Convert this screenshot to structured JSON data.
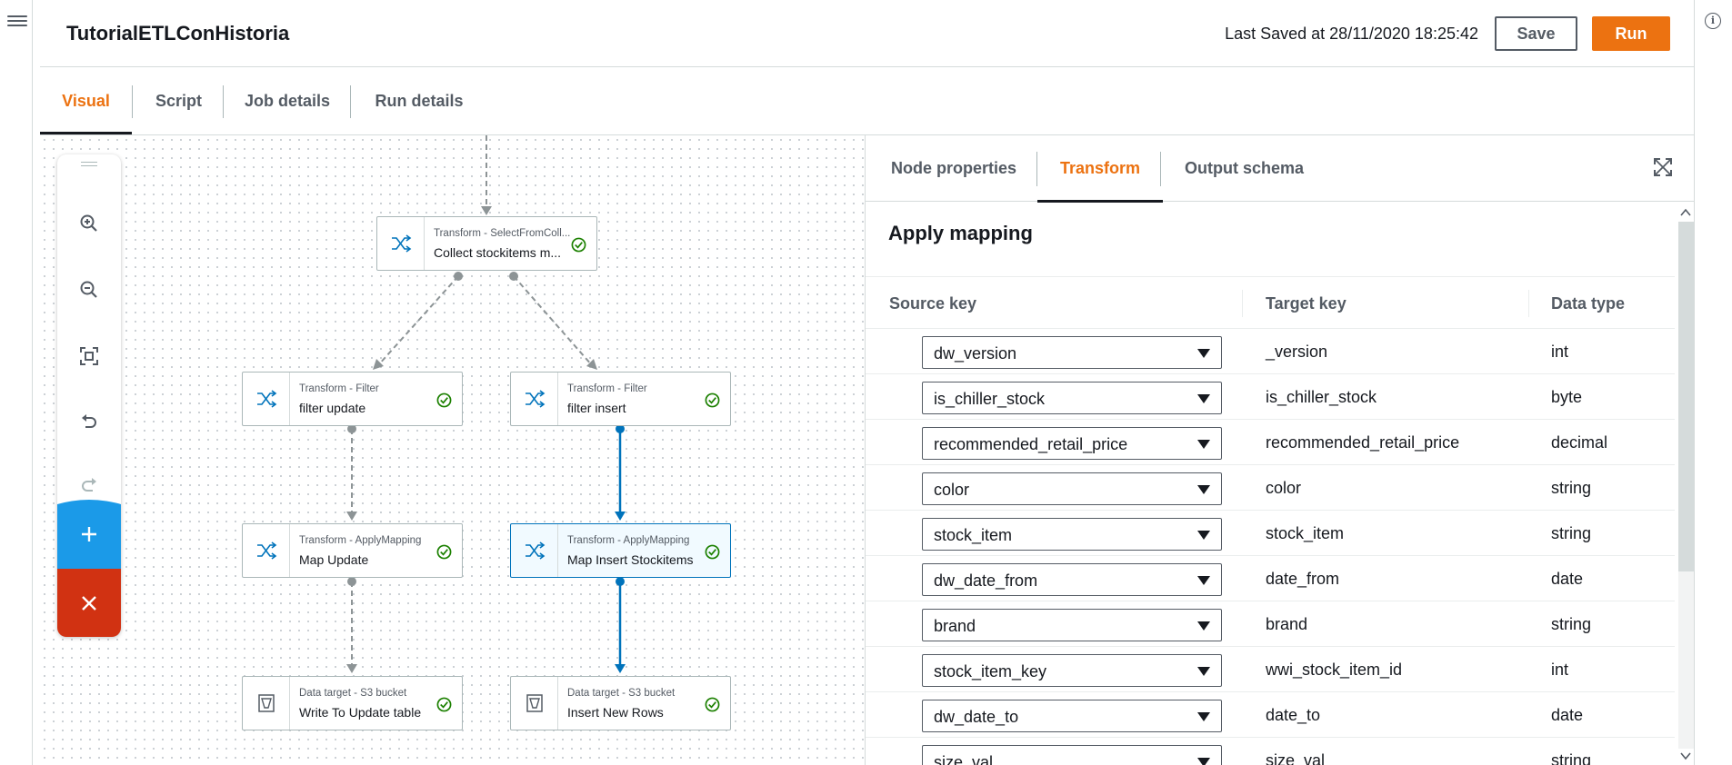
{
  "header": {
    "job_title": "TutorialETLConHistoria",
    "last_saved": "Last Saved at 28/11/2020 18:25:42",
    "save_label": "Save",
    "run_label": "Run"
  },
  "tabs": [
    {
      "label": "Visual",
      "active": true
    },
    {
      "label": "Script",
      "active": false
    },
    {
      "label": "Job details",
      "active": false
    },
    {
      "label": "Run details",
      "active": false
    }
  ],
  "canvas": {
    "toolbar": [
      "zoom-in-icon",
      "zoom-out-icon",
      "fit-screen-icon",
      "undo-icon",
      "redo-icon",
      "add-icon",
      "close-icon"
    ],
    "nodes": [
      {
        "id": "collect",
        "type": "Transform - SelectFromColl...",
        "name": "Collect stockitems m...",
        "icon": "shuffle-icon",
        "status": "success"
      },
      {
        "id": "filter_update",
        "type": "Transform - Filter",
        "name": "filter update",
        "icon": "shuffle-icon",
        "status": "success"
      },
      {
        "id": "filter_insert",
        "type": "Transform - Filter",
        "name": "filter insert",
        "icon": "shuffle-icon",
        "status": "success"
      },
      {
        "id": "map_update",
        "type": "Transform - ApplyMapping",
        "name": "Map Update",
        "icon": "shuffle-icon",
        "status": "success"
      },
      {
        "id": "map_insert",
        "type": "Transform - ApplyMapping",
        "name": "Map Insert Stockitems",
        "icon": "shuffle-icon",
        "status": "success",
        "selected": true
      },
      {
        "id": "write_update",
        "type": "Data target - S3 bucket",
        "name": "Write To Update table",
        "icon": "s3-bucket-icon",
        "status": "success"
      },
      {
        "id": "insert_rows",
        "type": "Data target - S3 bucket",
        "name": "Insert New Rows",
        "icon": "s3-bucket-icon",
        "status": "success"
      }
    ]
  },
  "panel": {
    "tabs": [
      {
        "label": "Node properties",
        "active": false
      },
      {
        "label": "Transform",
        "active": true
      },
      {
        "label": "Output schema",
        "active": false
      }
    ],
    "section_title": "Apply mapping",
    "columns": [
      "Source key",
      "Target key",
      "Data type"
    ],
    "rows": [
      {
        "source": "dw_version",
        "target": "_version",
        "type": "int"
      },
      {
        "source": "is_chiller_stock",
        "target": "is_chiller_stock",
        "type": "byte"
      },
      {
        "source": "recommended_retail_price",
        "target": "recommended_retail_price",
        "type": "decimal"
      },
      {
        "source": "color",
        "target": "color",
        "type": "string"
      },
      {
        "source": "stock_item",
        "target": "stock_item",
        "type": "string"
      },
      {
        "source": "dw_date_from",
        "target": "date_from",
        "type": "date"
      },
      {
        "source": "brand",
        "target": "brand",
        "type": "string"
      },
      {
        "source": "stock_item_key",
        "target": "wwi_stock_item_id",
        "type": "int"
      },
      {
        "source": "dw_date_to",
        "target": "date_to",
        "type": "date"
      },
      {
        "source": "size_val",
        "target": "size_val",
        "type": "string"
      }
    ]
  },
  "colors": {
    "accent": "#ec7211",
    "selected_edge": "#0073bb",
    "success": "#1d8102",
    "add": "#1b9ae8",
    "delete": "#d13212"
  }
}
